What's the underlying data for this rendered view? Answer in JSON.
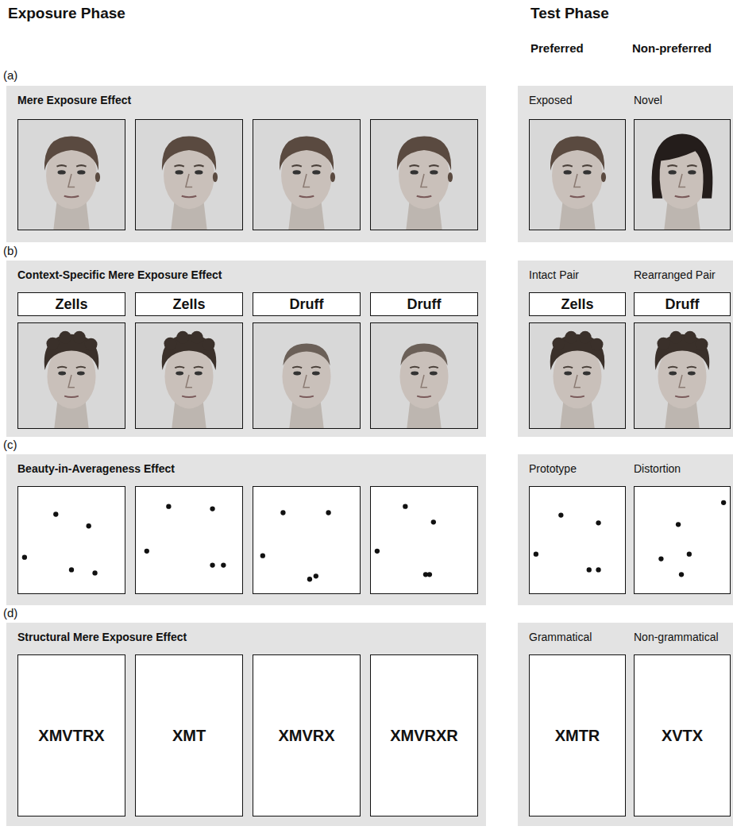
{
  "diagram": {
    "nodes": [
      {
        "text": [
          "Mere Exposure Effect"
        ]
      },
      {
        "text": [
          "Exposed",
          "Novel"
        ]
      },
      {
        "text": [
          "Context-Specific Mere Exposure Effect"
        ]
      },
      {
        "text": [
          "Zells"
        ],
        "in": 2
      },
      {
        "text": [
          "Zells"
        ],
        "in": 2
      },
      {
        "text": [
          "Druff"
        ],
        "in": 2
      },
      {
        "text": [
          "Druff"
        ],
        "in": 2
      },
      {
        "text": [
          "Intact Pair",
          "Rearranged Pair"
        ]
      },
      {
        "text": [
          "Zells"
        ],
        "in": 7
      },
      {
        "text": [
          "Druff"
        ],
        "in": 7
      },
      {
        "text": [
          "Beauty-in-Averageness Effect"
        ]
      },
      {
        "text": [
          "Prototype",
          "Distortion"
        ]
      },
      {
        "text": [
          "Structural Mere Exposure Effect"
        ]
      },
      {
        "text": [
          "XMVTRX"
        ],
        "in": 12
      },
      {
        "text": [
          "XMT"
        ],
        "in": 12
      },
      {
        "text": [
          "XMVRX"
        ],
        "in": 12
      },
      {
        "text": [
          "XMVRXR"
        ],
        "in": 12
      },
      {
        "text": [
          "Grammatical",
          "Non-grammatical"
        ]
      },
      {
        "text": [
          "XMTR"
        ],
        "in": 17
      },
      {
        "text": [
          "XVTX"
        ],
        "in": 17
      }
    ],
    "labels": [
      "Exposure Phase",
      "Test Phase",
      "Preferred",
      "Non-preferred",
      "(a)",
      "(b)",
      "(c)",
      "(d)"
    ]
  }
}
